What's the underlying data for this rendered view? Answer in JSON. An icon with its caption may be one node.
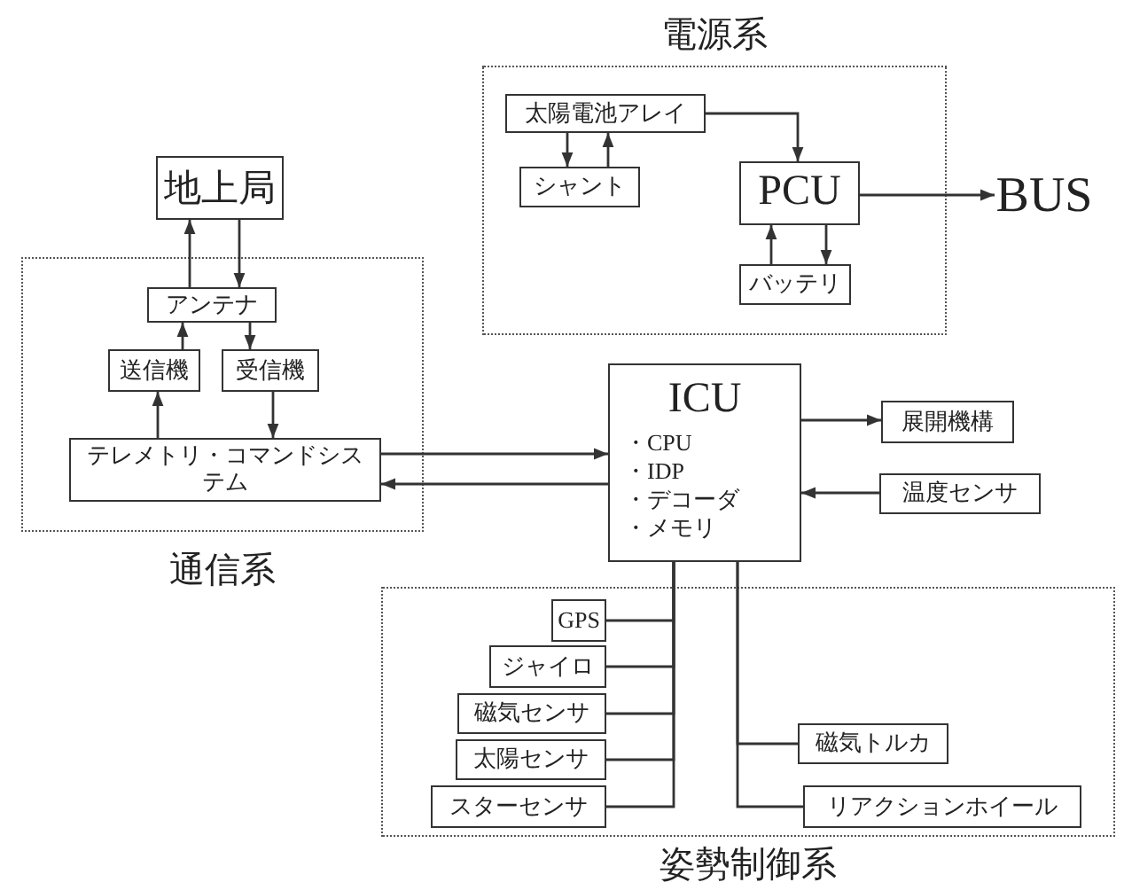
{
  "diagram": {
    "nodes": [
      {
        "text": [
          "電源系"
        ]
      },
      {
        "text": [
          "太陽電池アレイ"
        ],
        "in": 0
      },
      {
        "text": [
          "シャント"
        ],
        "in": 0
      },
      {
        "text": [
          "PCU"
        ],
        "in": 0
      },
      {
        "text": [
          "バッテリ"
        ],
        "in": 0
      },
      {
        "text": [
          "BUS"
        ]
      },
      {
        "text": [
          "地上局"
        ]
      },
      {
        "text": [
          "通信系"
        ]
      },
      {
        "text": [
          "アンテナ"
        ],
        "in": 7
      },
      {
        "text": [
          "送信機"
        ],
        "in": 7
      },
      {
        "text": [
          "受信機"
        ],
        "in": 7
      },
      {
        "text": [
          "テレメトリ・コマンドシステム"
        ],
        "in": 7
      },
      {
        "text": [
          "ICU",
          "・CPU",
          "・IDP",
          "・デコーダ",
          "・メモリ"
        ]
      },
      {
        "text": [
          "展開機構"
        ]
      },
      {
        "text": [
          "温度センサ"
        ]
      },
      {
        "text": [
          "姿勢制御系"
        ]
      },
      {
        "text": [
          "GPS"
        ],
        "in": 15
      },
      {
        "text": [
          "ジャイロ"
        ],
        "in": 15
      },
      {
        "text": [
          "磁気センサ"
        ],
        "in": 15
      },
      {
        "text": [
          "太陽センサ"
        ],
        "in": 15
      },
      {
        "text": [
          "スターセンサ"
        ],
        "in": 15
      },
      {
        "text": [
          "磁気トルカ"
        ],
        "in": 15
      },
      {
        "text": [
          "リアクションホイール"
        ],
        "in": 15
      }
    ],
    "edges": [
      {
        "from": 1,
        "to": 2,
        "arrow": "to"
      },
      {
        "from": 2,
        "to": 1,
        "arrow": "to"
      },
      {
        "from": 1,
        "to": 3,
        "arrow": "to"
      },
      {
        "from": 4,
        "to": 3,
        "arrow": "to"
      },
      {
        "from": 3,
        "to": 4,
        "arrow": "to"
      },
      {
        "from": 3,
        "to": 5,
        "arrow": "to"
      },
      {
        "from": 8,
        "to": 6,
        "arrow": "to"
      },
      {
        "from": 6,
        "to": 8,
        "arrow": "to"
      },
      {
        "from": 9,
        "to": 8,
        "arrow": "to"
      },
      {
        "from": 8,
        "to": 10,
        "arrow": "to"
      },
      {
        "from": 11,
        "to": 9,
        "arrow": "to"
      },
      {
        "from": 10,
        "to": 11,
        "arrow": "to"
      },
      {
        "from": 11,
        "to": 12,
        "arrow": "to"
      },
      {
        "from": 12,
        "to": 11,
        "arrow": "to"
      },
      {
        "from": 12,
        "to": 13,
        "arrow": "to"
      },
      {
        "from": 14,
        "to": 12,
        "arrow": "to"
      },
      {
        "from": 12,
        "to": 16,
        "arrow": "none"
      },
      {
        "from": 12,
        "to": 17,
        "arrow": "none"
      },
      {
        "from": 12,
        "to": 18,
        "arrow": "none"
      },
      {
        "from": 12,
        "to": 19,
        "arrow": "none"
      },
      {
        "from": 12,
        "to": 20,
        "arrow": "none"
      },
      {
        "from": 12,
        "to": 21,
        "arrow": "none"
      },
      {
        "from": 12,
        "to": 22,
        "arrow": "none"
      }
    ]
  }
}
